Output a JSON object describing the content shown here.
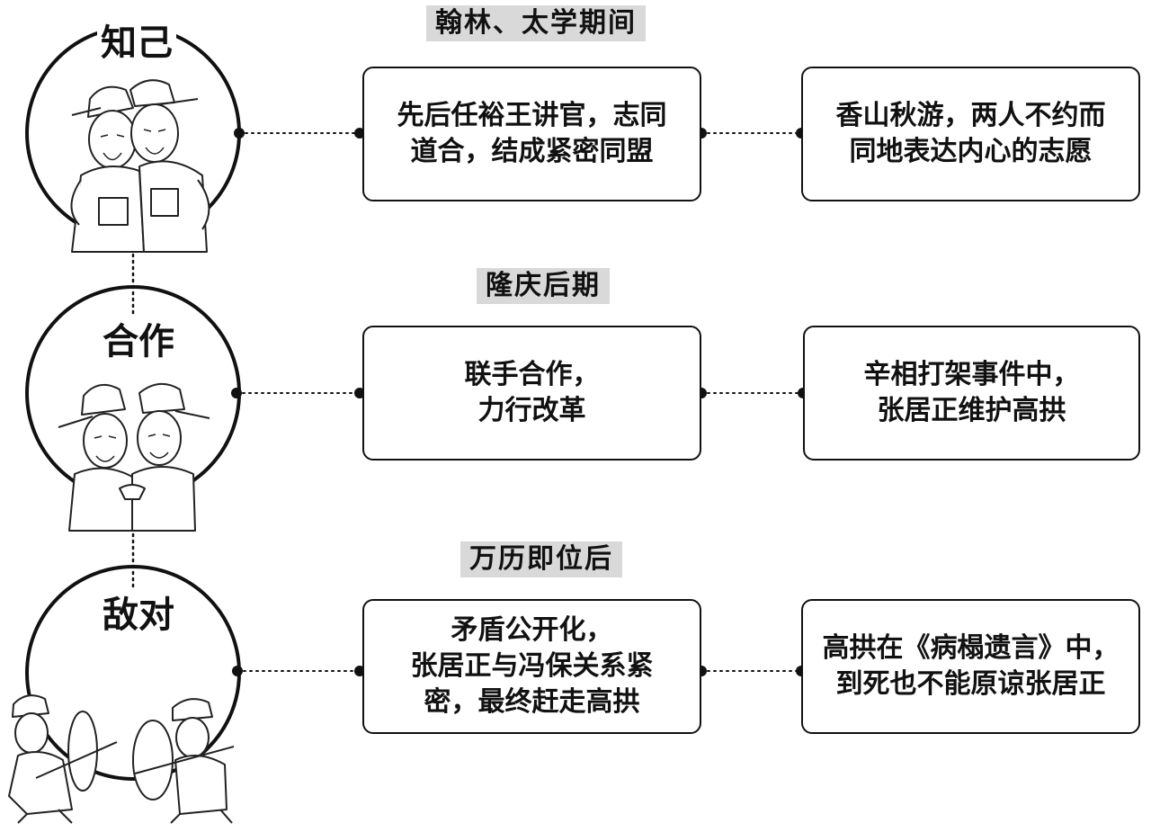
{
  "stages": [
    {
      "label": "知己",
      "period": "翰林、太学期间",
      "event": "先后任裕王讲官，志同\n道合，结成紧密同盟",
      "detail": "香山秋游，两人不约而\n同地表达内心的志愿"
    },
    {
      "label": "合作",
      "period": "隆庆后期",
      "event": "联手合作，\n力行改革",
      "detail": "辛相打架事件中，\n张居正维护高拱"
    },
    {
      "label": "敌对",
      "period": "万历即位后",
      "event": "矛盾公开化，\n张居正与冯保关系紧\n密，最终赶走高拱",
      "detail": "高拱在《病榻遗言》中，\n到死也不能原谅张居正"
    }
  ]
}
